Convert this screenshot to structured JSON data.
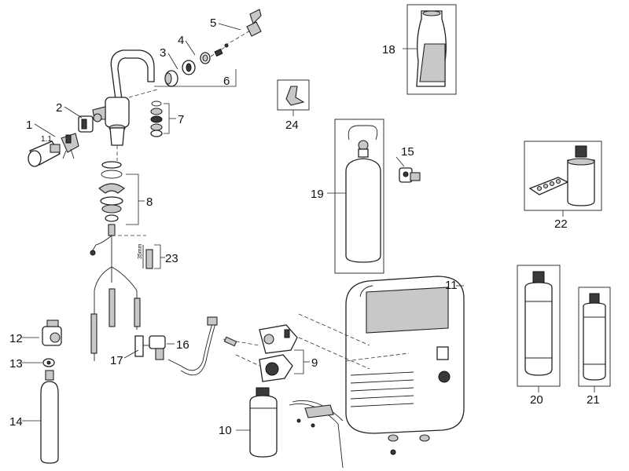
{
  "callouts": {
    "c1": "1",
    "c1_1": "1.1",
    "c2": "2",
    "c3": "3",
    "c4": "4",
    "c5": "5",
    "c6": "6",
    "c7": "7",
    "c8": "8",
    "c9": "9",
    "c10": "10",
    "c11": "11",
    "c12": "12",
    "c13": "13",
    "c14": "14",
    "c15": "15",
    "c16": "16",
    "c17": "17",
    "c18": "18",
    "c19": "19",
    "c20": "20",
    "c21": "21",
    "c22": "22",
    "c23": "23",
    "c24": "24"
  },
  "dimension_text": "35mm"
}
